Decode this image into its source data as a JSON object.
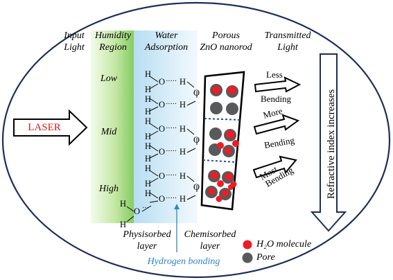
{
  "headers": {
    "input_light": [
      "Input",
      "Light"
    ],
    "humidity_region": [
      "Humidity",
      "Region"
    ],
    "water_adsorption": [
      "Water",
      "Adsorption"
    ],
    "porous_zno": [
      "Porous",
      "ZnO nanorod"
    ],
    "transmitted_light": [
      "Transmitted",
      "Light"
    ]
  },
  "humidity_levels": {
    "low": "Low",
    "mid": "Mid",
    "high": "High"
  },
  "laser_label": "LASER",
  "bending": [
    {
      "line1": "Less",
      "line2": "Bending"
    },
    {
      "line1": "More",
      "line2": "Bending"
    },
    {
      "line1": "Most",
      "line2": "Bending"
    }
  ],
  "refractive_index_label": "Refractive index increases",
  "bottom_labels": {
    "physisorbed": [
      "Physisorbed",
      "layer"
    ],
    "chemisorbed": [
      "Chemisorbed",
      "layer"
    ],
    "hydrogen_bonding": "Hydrogen bonding"
  },
  "legend": {
    "h2o_label": "H₂O molecule",
    "pore_label": "Pore",
    "h2o_color": "#ee1c24",
    "pore_color": "#58595b"
  },
  "atoms": {
    "h": "H",
    "o": "O"
  },
  "colors": {
    "laser_text": "#d7191c",
    "hydrogen_bonding_text": "#2e86c1",
    "humidity_gradient_start": "#e9f7d6",
    "humidity_gradient_end": "#8ed06b",
    "water_gradient_start": "#bfe1f4",
    "water_gradient_end": "#eaf5fb"
  }
}
